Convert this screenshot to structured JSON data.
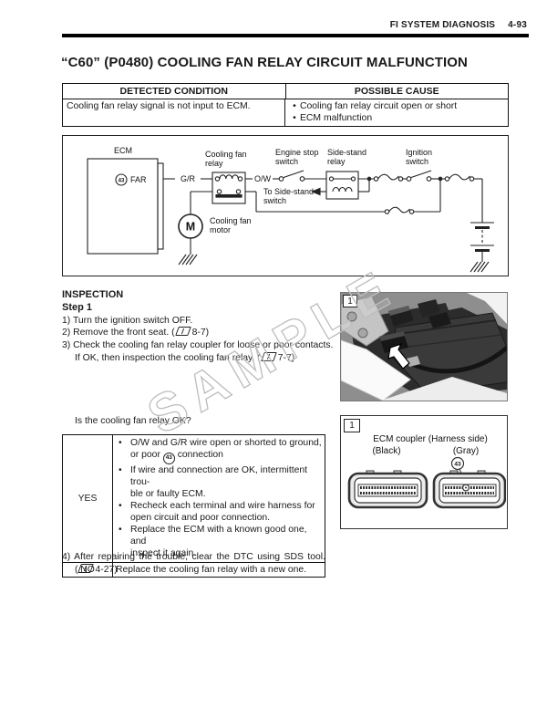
{
  "header": {
    "section": "FI SYSTEM DIAGNOSIS",
    "page": "4-93"
  },
  "title": "“C60” (P0480) COOLING FAN RELAY CIRCUIT MALFUNCTION",
  "condition_table": {
    "col1_header": "DETECTED CONDITION",
    "col2_header": "POSSIBLE CAUSE",
    "condition": "Cooling fan relay signal is not input to ECM.",
    "causes": [
      "Cooling fan relay circuit open or short",
      "ECM malfunction"
    ]
  },
  "circuit": {
    "ecm": "ECM",
    "pin_number": "43",
    "pin_label": "FAR",
    "wire_gr": "G/R",
    "wire_ow": "O/W",
    "relay_label_1": "Cooling fan",
    "relay_label_2": "relay",
    "engine_stop_1": "Engine stop",
    "engine_stop_2": "switch",
    "side_stand_relay_1": "Side-stand",
    "side_stand_relay_2": "relay",
    "to_side_stand_1": "To Side-stand",
    "to_side_stand_2": "switch",
    "ignition_1": "Ignition",
    "ignition_2": "switch",
    "motor_m": "M",
    "motor_label_1": "Cooling fan",
    "motor_label_2": "motor"
  },
  "inspection": {
    "heading": "INSPECTION",
    "step_title": "Step 1",
    "s1": "1) Turn the ignition switch OFF.",
    "s2_text": "2) Remove the front seat. (",
    "s2_ref": "8-7)",
    "s3": "3) Check the cooling fan relay coupler for loose or poor contacts.",
    "s3b_text": "If OK, then inspection the cooling fan relay. (",
    "s3b_ref": "7-7)",
    "question": "Is the cooling fan relay OK?"
  },
  "result_table": {
    "yes_label": "YES",
    "no_label": "NO",
    "yes_rows": [
      {
        "l1": "O/W and G/R wire open or shorted to ground,",
        "l2_pre": "or poor ",
        "l2_pin": "43",
        "l2_post": " connection"
      },
      {
        "l1": "If wire and connection are OK, intermittent trou-",
        "l2": "ble or faulty ECM."
      },
      {
        "l1": "Recheck each terminal and wire harness for",
        "l2": "open circuit and poor connection."
      },
      {
        "l1": "Replace the ECM with a known good one, and",
        "l2": "inspect it again."
      }
    ],
    "no_text": "Replace the cooling fan relay with a new one."
  },
  "step4": {
    "line1": "4) After repairing the trouble, clear the DTC using SDS tool.",
    "line2_pre": "(",
    "line2_ref": "4-27)"
  },
  "figure1": {
    "label": "1"
  },
  "coupler": {
    "figure_label": "1",
    "title": "ECM coupler (Harness side)",
    "black": "(Black)",
    "gray": "(Gray)",
    "pin_number": "43"
  },
  "watermark": "SAMPLE",
  "colors": {
    "ink": "#1a1a1a",
    "watermark": "#bdbdbd"
  }
}
